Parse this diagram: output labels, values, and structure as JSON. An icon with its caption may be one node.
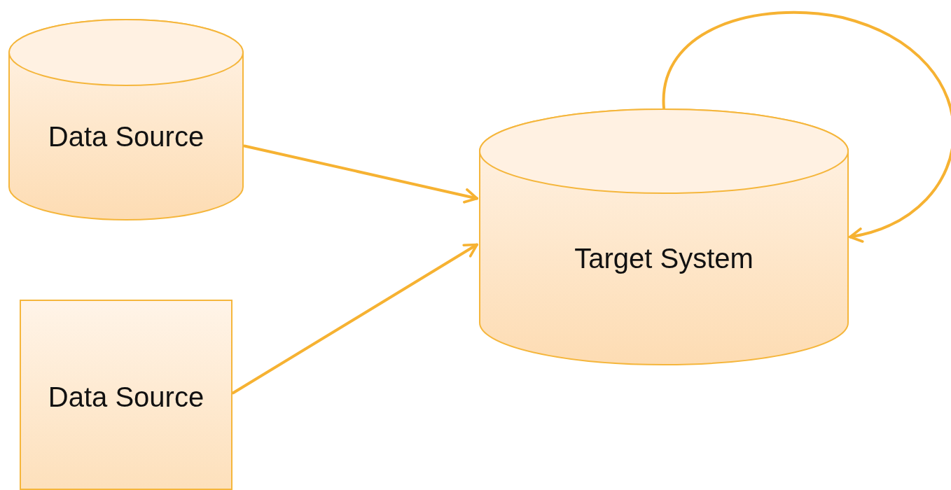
{
  "diagram": {
    "nodes": [
      {
        "text": [
          "Data Source"
        ]
      },
      {
        "text": [
          "Data Source"
        ]
      },
      {
        "text": [
          "Target System"
        ]
      }
    ],
    "edges": [
      {
        "from": 0,
        "to": 2,
        "arrow": "to"
      },
      {
        "from": 1,
        "to": 2,
        "arrow": "to"
      },
      {
        "from": 2,
        "to": 2,
        "arrow": "to"
      }
    ]
  }
}
